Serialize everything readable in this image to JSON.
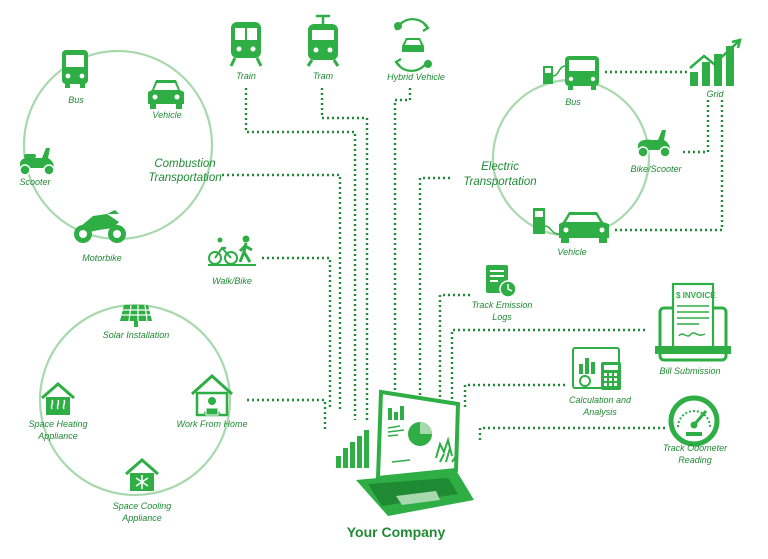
{
  "colors": {
    "primary": "#2eae45",
    "dark": "#1f8a34",
    "ring": "#a8d8ad",
    "connector": "#1f8a34"
  },
  "nodes": {
    "bus_left": "Bus",
    "vehicle_left": "Vehicle",
    "scooter": "Scooter",
    "motorbike": "Motorbike",
    "combustion_line1": "Combustion",
    "combustion_line2": "Transportation",
    "train": "Train",
    "tram": "Tram",
    "hybrid_vehicle": "Hybrid Vehicle",
    "walk_bike": "Walk/Bike",
    "bus_right": "Bus",
    "grid": "Grid",
    "bike_scooter": "Bike/Scooter",
    "electric_line1": "Electric",
    "electric_line2": "Transportation",
    "vehicle_right": "Vehicle",
    "track_emission_line1": "Track Emission",
    "track_emission_line2": "Logs",
    "bill_submission": "Bill Submission",
    "calc_line1": "Calculation and",
    "calc_line2": "Analysis",
    "odometer_line1": "Track Odometer",
    "odometer_line2": "Reading",
    "solar": "Solar Installation",
    "space_heating_line1": "Space Heating",
    "space_heating_line2": "Appliance",
    "work_from_home": "Work From Home",
    "space_cooling_line1": "Space Cooling",
    "space_cooling_line2": "Appliance",
    "company": "Your Company"
  },
  "icons": {
    "invoice_text": "$ INVOICE"
  }
}
